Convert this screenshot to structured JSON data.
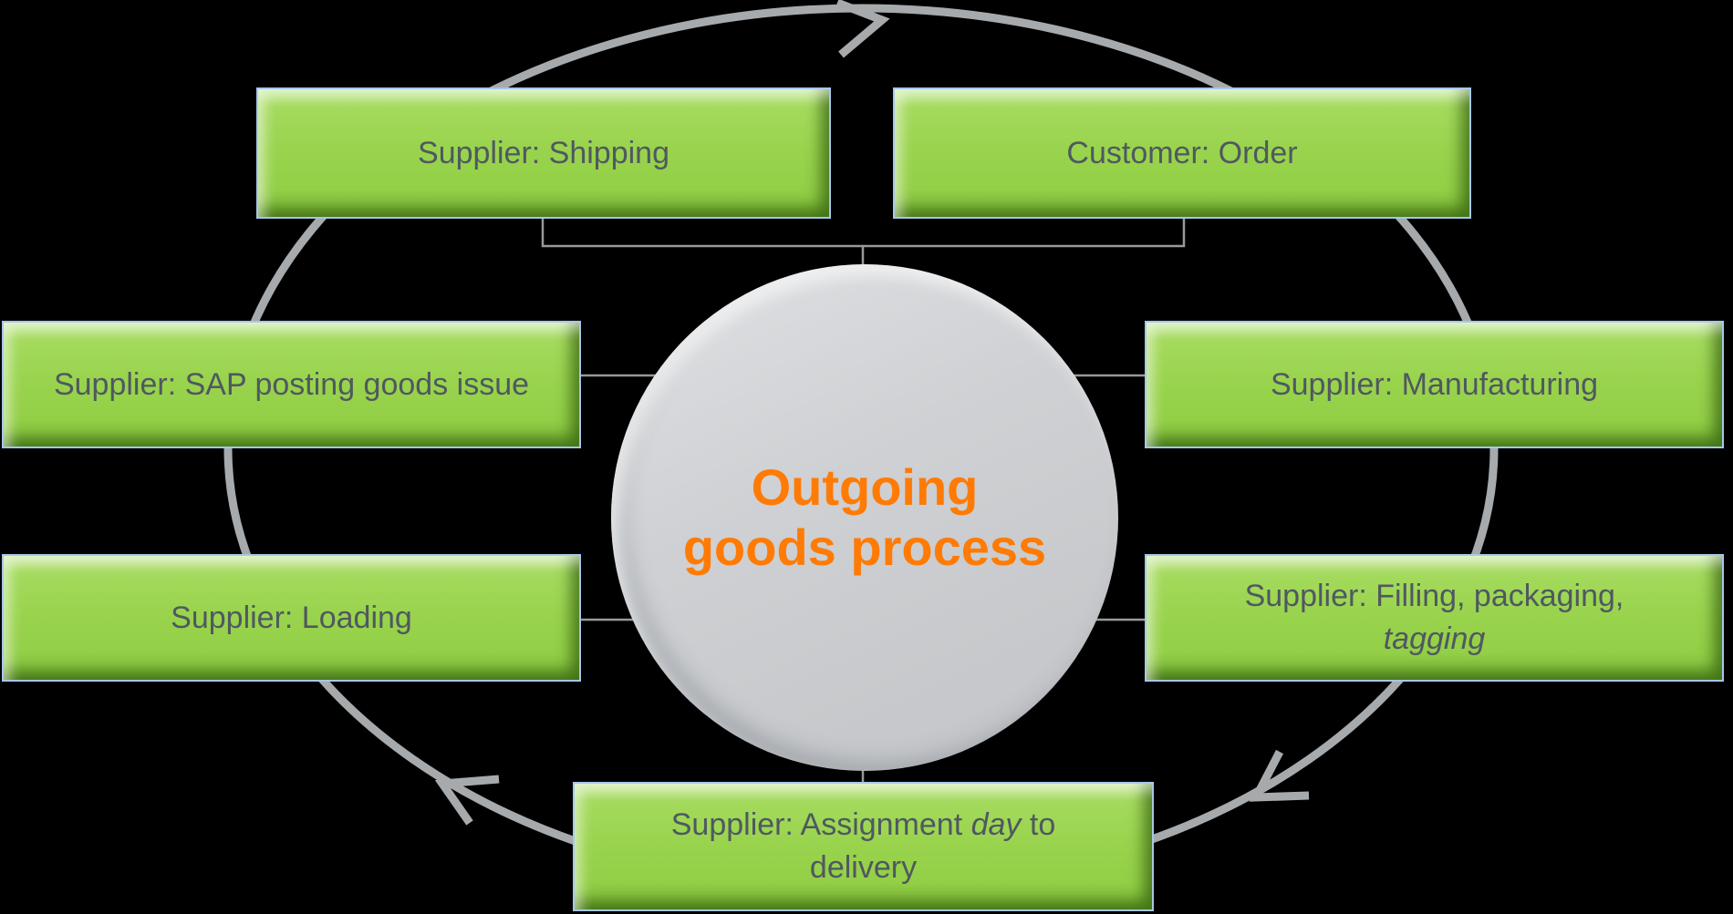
{
  "diagram": {
    "background_color": "#000000",
    "hub": {
      "title_lines": [
        "Outgoing",
        "goods process"
      ],
      "text_color": "#ff7b05",
      "fill_color": "#cbcdd0"
    },
    "boxes": [
      {
        "id": "supplier-shipping",
        "parts": [
          {
            "text": "Supplier: Shipping",
            "italic": false
          }
        ]
      },
      {
        "id": "customer-order",
        "parts": [
          {
            "text": "Customer: Order",
            "italic": false
          }
        ]
      },
      {
        "id": "supplier-sap-posting",
        "parts": [
          {
            "text": "Supplier: SAP posting goods issue",
            "italic": false
          }
        ]
      },
      {
        "id": "supplier-manufacturing",
        "parts": [
          {
            "text": "Supplier: Manufacturing",
            "italic": false
          }
        ]
      },
      {
        "id": "supplier-loading",
        "parts": [
          {
            "text": "Supplier: Loading",
            "italic": false
          }
        ]
      },
      {
        "id": "supplier-filling",
        "parts": [
          {
            "text": "Supplier: Filling, packaging,",
            "italic": false
          },
          {
            "break": true
          },
          {
            "text": "tagging",
            "italic": true
          }
        ]
      },
      {
        "id": "supplier-assignment",
        "parts": [
          {
            "text": "Supplier: Assignment ",
            "italic": false
          },
          {
            "text": "day",
            "italic": true
          },
          {
            "text": " to",
            "italic": false
          },
          {
            "break": true
          },
          {
            "text": "delivery",
            "italic": false
          }
        ]
      }
    ],
    "flow": {
      "direction": "clockwise",
      "arrowheads": [
        "flow-arrowhead-top",
        "flow-arrowhead-bottom-right",
        "flow-arrowhead-bottom-left"
      ],
      "arc_color": "#a7aaad",
      "connector_color": "#97999c"
    },
    "box_style": {
      "fill_green": "#9ad44e",
      "border_blue": "#a6c7e9",
      "text_color": "#4f5860"
    }
  }
}
